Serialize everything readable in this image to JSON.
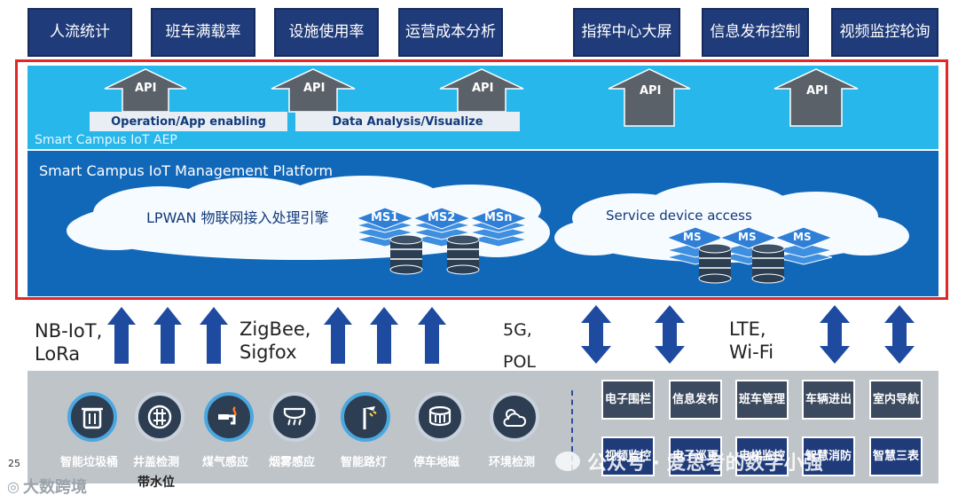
{
  "top_boxes": [
    {
      "label": "人流统计"
    },
    {
      "label": "班车满载率"
    },
    {
      "label": "设施使用率"
    },
    {
      "label": "运营成本分析"
    },
    {
      "label": "指挥中心大屏"
    },
    {
      "label": "信息发布控制"
    },
    {
      "label": "视频监控轮询"
    }
  ],
  "aep": {
    "api": "API",
    "bar1": "Operation/App enabling",
    "bar2": "Data Analysis/Visualize",
    "label": "Smart Campus IoT AEP"
  },
  "mgmt": {
    "label": "Smart Campus IoT Management Platform",
    "cloud1": "LPWAN 物联网接入处理引擎",
    "cloud2": "Service device access",
    "ms1": "MS1",
    "ms2": "MS2",
    "msn": "MSn",
    "ms": "MS"
  },
  "protocols": {
    "p1a": "NB-IoT,",
    "p1b": "LoRa",
    "p2a": "ZigBee,",
    "p2b": "Sigfox",
    "p3a": "5G,",
    "p3b": "POL",
    "p4a": "LTE,",
    "p4b": "Wi-Fi"
  },
  "icons": [
    {
      "label": "智能垃圾桶",
      "icon": "trash-icon"
    },
    {
      "label": "井盖检测",
      "icon": "manhole-icon"
    },
    {
      "label": "煤气感应",
      "icon": "gas-icon"
    },
    {
      "label": "烟雾感应",
      "icon": "smoke-icon"
    },
    {
      "label": "智能路灯",
      "icon": "streetlight-icon"
    },
    {
      "label": "停车地磁",
      "icon": "parking-icon"
    },
    {
      "label": "环境检测",
      "icon": "weather-icon"
    }
  ],
  "grid_top": [
    "电子围栏",
    "信息发布",
    "班车管理",
    "车辆进出",
    "室内导航"
  ],
  "grid_bottom": [
    "视频监控",
    "电子巡更",
    "电梯监控",
    "智慧消防",
    "智慧三表"
  ],
  "page_number": "25",
  "bottom_extra": "带水位",
  "watermark": "公众号 · 爱思考的数字小强",
  "logo_text": "大数跨境"
}
